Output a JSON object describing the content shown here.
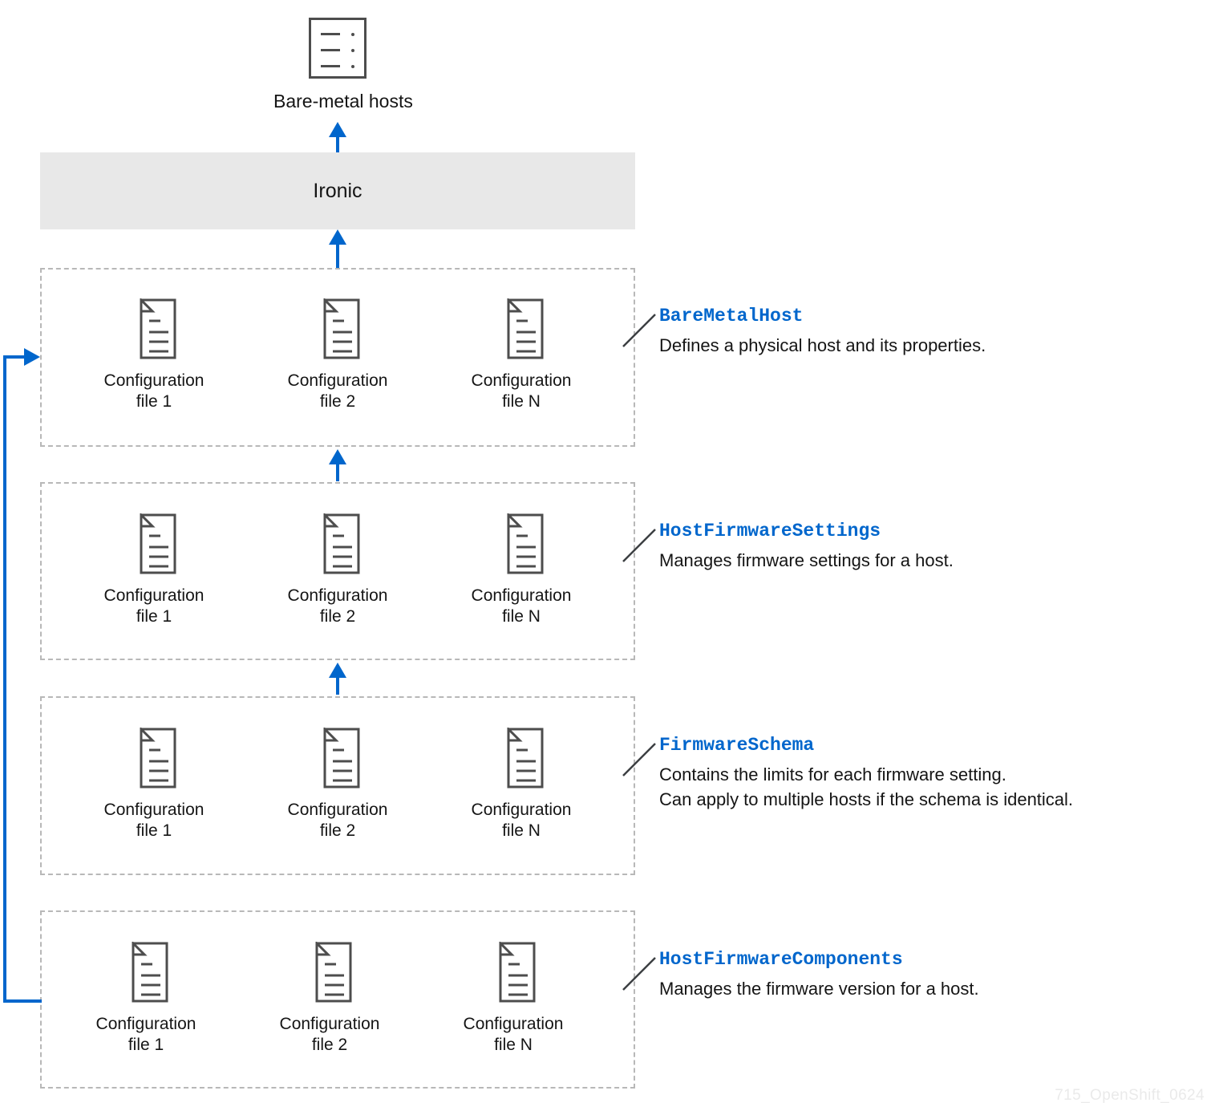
{
  "diagram": {
    "watermark": "715_OpenShift_0624",
    "accent_blue": "#0066cc",
    "icon_gray": "#4d4d4d",
    "box_fill": "#e8e8e8",
    "dashed_border": "#b8b8b8"
  },
  "hosts": {
    "label": "Bare-metal hosts",
    "icon": "server-list-icon"
  },
  "ironic": {
    "label": "Ironic"
  },
  "file_labels": {
    "file1": "Configuration\nfile 1",
    "file2": "Configuration\nfile 2",
    "fileN": "Configuration\nfile N"
  },
  "groups": [
    {
      "id": "baremetalhost",
      "title": "BareMetalHost",
      "description": "Defines a physical host and its properties.",
      "files": [
        "Configuration\nfile 1",
        "Configuration\nfile 2",
        "Configuration\nfile N"
      ]
    },
    {
      "id": "hostfirmwaresettings",
      "title": "HostFirmwareSettings",
      "description": "Manages firmware settings for a host.",
      "files": [
        "Configuration\nfile 1",
        "Configuration\nfile 2",
        "Configuration\nfile N"
      ]
    },
    {
      "id": "firmwareschema",
      "title": "FirmwareSchema",
      "description": "Contains the limits for each firmware setting.\nCan apply to multiple hosts if the schema is identical.",
      "files": [
        "Configuration\nfile 1",
        "Configuration\nfile 2",
        "Configuration\nfile N"
      ]
    },
    {
      "id": "hostfirmwarecomponents",
      "title": "HostFirmwareComponents",
      "description": "Manages the firmware version for a host.",
      "files": [
        "Configuration\nfile 1",
        "Configuration\nfile 2",
        "Configuration\nfile N"
      ]
    }
  ]
}
